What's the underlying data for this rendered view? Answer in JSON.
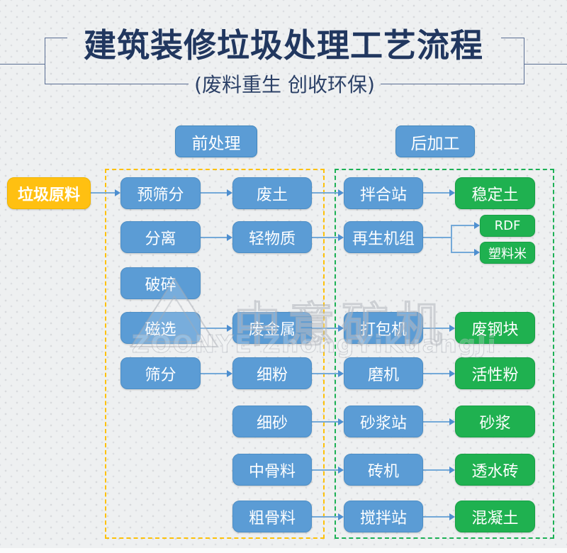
{
  "header": {
    "title": "建筑装修垃圾处理工艺流程",
    "subtitle": "(废料重生 创收环保)"
  },
  "sections": {
    "pre": "前处理",
    "post": "后加工"
  },
  "source": {
    "label": "垃圾原料"
  },
  "flow": {
    "colA": [
      "预筛分",
      "分离",
      "破碎",
      "磁选",
      "筛分"
    ],
    "colB": [
      "废土",
      "轻物质",
      "废金属",
      "细粉",
      "细砂",
      "中骨料",
      "粗骨料"
    ],
    "colC": [
      "拌合站",
      "再生机组",
      "打包机",
      "磨机",
      "砂浆站",
      "砖机",
      "搅拌站"
    ],
    "products": [
      "稳定土",
      "RDF",
      "塑料米",
      "废钢块",
      "活性粉",
      "砂浆",
      "透水砖",
      "混凝土"
    ]
  },
  "watermark": {
    "cn": "中意矿机",
    "en": "ZOONYE ZhongYiKuangJi"
  },
  "colors": {
    "box_blue": "#5b9cd5",
    "box_green": "#1fb150",
    "box_yellow": "#ffc011",
    "dash_yellow": "#fdc108",
    "dash_green": "#1db156",
    "title_navy": "#21375f",
    "arrow_blue": "#74a9d8"
  }
}
